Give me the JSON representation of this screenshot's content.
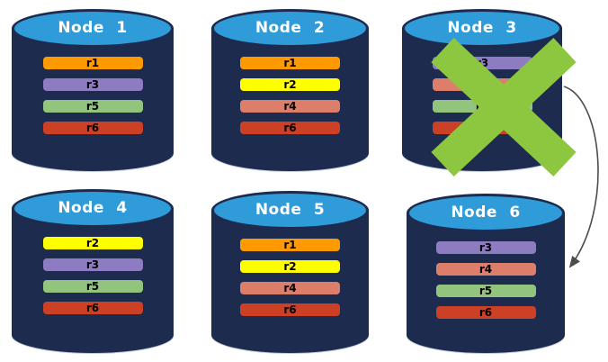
{
  "colors": {
    "cylinder_body": "#1C2B4E",
    "cylinder_top": "#2F9CD9",
    "x_mark": "#8DC63F",
    "arrow": "#4D4D4D",
    "replica_palette": {
      "r1": "#FF9900",
      "r2": "#FFFF00",
      "r3": "#8E7CC3",
      "r4": "#DD7E6B",
      "r5": "#93C47D",
      "r6": "#CC4125"
    }
  },
  "nodes": [
    {
      "label": "Node 1",
      "failed": false,
      "replicas": [
        {
          "label": "r1",
          "color": "#FF9900"
        },
        {
          "label": "r3",
          "color": "#8E7CC3"
        },
        {
          "label": "r5",
          "color": "#93C47D"
        },
        {
          "label": "r6",
          "color": "#CC4125"
        }
      ]
    },
    {
      "label": "Node 2",
      "failed": false,
      "replicas": [
        {
          "label": "r1",
          "color": "#FF9900"
        },
        {
          "label": "r2",
          "color": "#FFFF00"
        },
        {
          "label": "r4",
          "color": "#DD7E6B"
        },
        {
          "label": "r6",
          "color": "#CC4125"
        }
      ]
    },
    {
      "label": "Node 3",
      "failed": true,
      "replicas": [
        {
          "label": "r3",
          "color": "#8E7CC3"
        },
        {
          "label": "r4",
          "color": "#DD7E6B"
        },
        {
          "label": "r5",
          "color": "#93C47D"
        },
        {
          "label": "r6",
          "color": "#CC4125"
        }
      ]
    },
    {
      "label": "Node 4",
      "failed": false,
      "replicas": [
        {
          "label": "r2",
          "color": "#FFFF00"
        },
        {
          "label": "r3",
          "color": "#8E7CC3"
        },
        {
          "label": "r5",
          "color": "#93C47D"
        },
        {
          "label": "r6",
          "color": "#CC4125"
        }
      ]
    },
    {
      "label": "Node 5",
      "failed": false,
      "replicas": [
        {
          "label": "r1",
          "color": "#FF9900"
        },
        {
          "label": "r2",
          "color": "#FFFF00"
        },
        {
          "label": "r4",
          "color": "#DD7E6B"
        },
        {
          "label": "r6",
          "color": "#CC4125"
        }
      ]
    },
    {
      "label": "Node 6",
      "failed": false,
      "replicas": [
        {
          "label": "r3",
          "color": "#8E7CC3"
        },
        {
          "label": "r4",
          "color": "#DD7E6B"
        },
        {
          "label": "r5",
          "color": "#93C47D"
        },
        {
          "label": "r6",
          "color": "#CC4125"
        }
      ]
    }
  ],
  "arrow": {
    "from": "Node 3",
    "to": "Node 6"
  }
}
